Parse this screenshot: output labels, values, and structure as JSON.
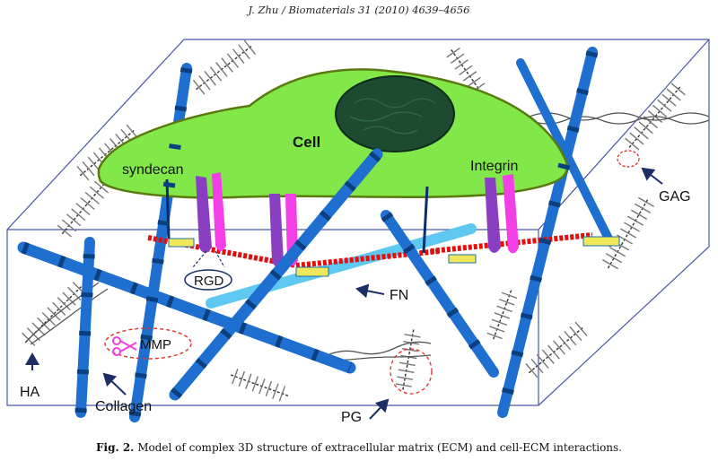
{
  "header": {
    "running_head": "J. Zhu / Biomaterials 31 (2010) 4639–4656"
  },
  "figure": {
    "labels": {
      "cell": "Cell",
      "syndecan": "syndecan",
      "integrin": "Integrin",
      "gag": "GAG",
      "rgd": "RGD",
      "fn": "FN",
      "mmp": "MMP",
      "ha": "HA",
      "collagen": "Collagen",
      "pg": "PG"
    },
    "colors": {
      "cell_fill": "#82e84a",
      "cell_border": "#5a7a10",
      "nucleus": "#1e4a32",
      "collagen": "#1f6fd0",
      "collagen_band": "#0b3f7f",
      "fn_red": "#e01010",
      "fn_light": "#5fc8f0",
      "integrin_purple": "#8a3fc2",
      "integrin_magenta": "#f23fe6",
      "syndecan": "#0c2c6b",
      "dashed_red": "#e0302a",
      "arrow": "#1b2f66"
    }
  },
  "caption": {
    "label": "Fig. 2.",
    "text": "Model of complex 3D structure of extracellular matrix (ECM) and cell-ECM interactions."
  }
}
